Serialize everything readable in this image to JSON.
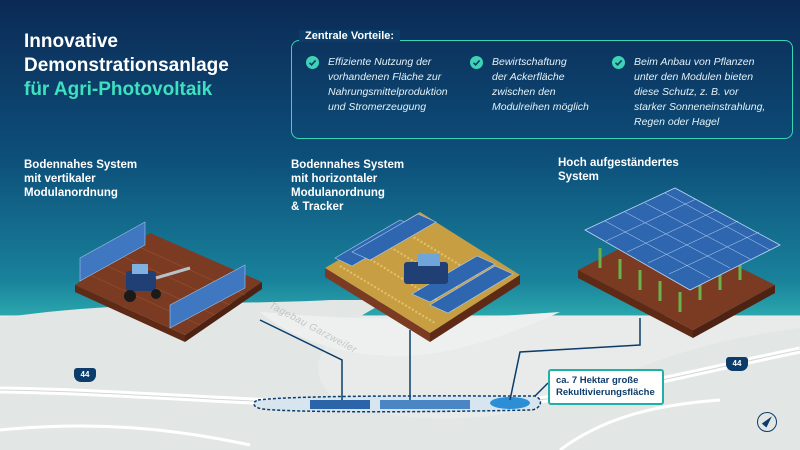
{
  "title": {
    "line1": "Innovative",
    "line2": "Demonstrationsanlage",
    "line3": "für Agri-Photovoltaik"
  },
  "vorteile": {
    "heading": "Zentrale Vorteile:",
    "items": [
      {
        "lines": [
          "Effiziente Nutzung der",
          "vorhandenen Fläche zur",
          "Nahrungsmittelproduktion",
          "und Stromerzeugung"
        ]
      },
      {
        "lines": [
          "Bewirtschaftung",
          "der Ackerfläche",
          "zwischen den",
          "Modulreihen möglich"
        ]
      },
      {
        "lines": [
          "Beim Anbau von Pflanzen",
          "unter den Modulen bieten",
          "diese Schutz, z. B. vor",
          "starker Sonneneinstrahlung,",
          "Regen oder Hagel"
        ]
      }
    ]
  },
  "systems": [
    {
      "lines": [
        "Bodennahes System",
        "mit vertikaler",
        "Modulanordnung"
      ]
    },
    {
      "lines": [
        "Bodennahes System",
        "mit horizontaler",
        "Modulanordnung",
        "& Tracker"
      ]
    },
    {
      "lines": [
        "Hoch aufgeständertes",
        "System"
      ]
    }
  ],
  "map": {
    "mine_label": "Tagebau Garzweiler",
    "highway_left": "44",
    "highway_right": "44",
    "callout_line1": "ca. 7 Hektar große",
    "callout_line2": "Rekultivierungsfläche"
  },
  "colors": {
    "accent": "#3fe0c0",
    "navy": "#0b3c6b",
    "teal": "#1fb0a8",
    "panel": "#2f66b0",
    "soil": "#7a3b22"
  }
}
